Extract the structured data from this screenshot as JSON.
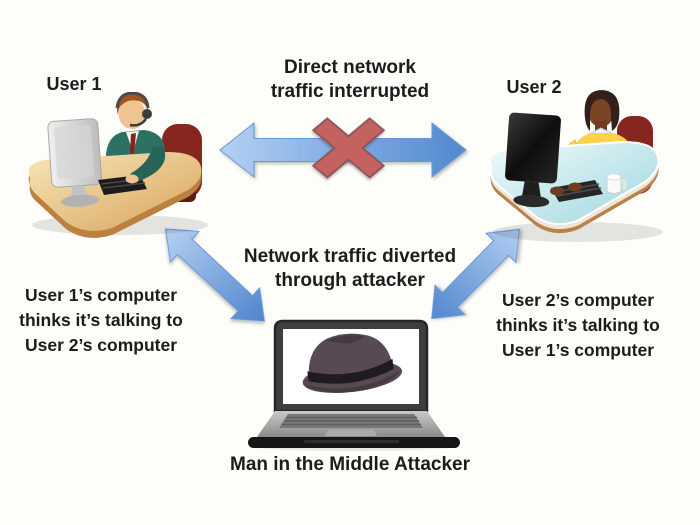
{
  "background_color": "#FDFDFA",
  "diagram": {
    "user1_label": "User 1",
    "user2_label": "User 2",
    "attacker_label": "Man in the Middle Attacker",
    "direct_traffic": {
      "line1": "Direct network",
      "line2": "traffic interrupted"
    },
    "diverted_traffic": {
      "line1": "Network traffic diverted",
      "line2": "through attacker"
    },
    "left_caption": {
      "line1": "User 1’s computer",
      "line2": "thinks it’s talking to",
      "line3": "User 2’s computer"
    },
    "right_caption": {
      "line1": "User 2’s computer",
      "line2": "thinks it’s talking to",
      "line3": "User 1’s computer"
    }
  },
  "icons": {
    "user1_workstation": "man-at-desk-with-computer",
    "user2_workstation": "woman-at-desk-with-computer",
    "attacker_laptop": "laptop-with-fedora-hat",
    "blocked_link": "horizontal-double-arrow-with-red-x",
    "diverted_link_left": "diagonal-double-arrow",
    "diverted_link_right": "diagonal-double-arrow"
  },
  "colors": {
    "arrow_light": "#B5D0F2",
    "arrow_mid": "#7FACE3",
    "arrow_dark": "#4E85CC",
    "arrow_border": "#6898D4",
    "x_mark_fill": "#C4625E",
    "x_mark_border": "#8A545C",
    "text": "#1C1C1C"
  }
}
